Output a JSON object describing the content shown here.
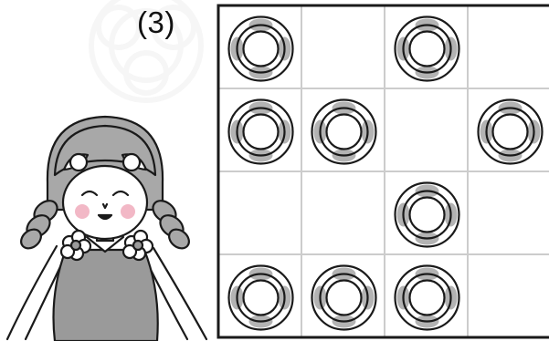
{
  "puzzle": {
    "number_label": "(3)"
  },
  "board": {
    "rows": 4,
    "cols": 4,
    "line_color": "#cccccc",
    "border_color": "#1a1a1a",
    "cells": [
      [
        1,
        0,
        1,
        0
      ],
      [
        1,
        1,
        0,
        1
      ],
      [
        0,
        0,
        1,
        0
      ],
      [
        1,
        1,
        1,
        0
      ]
    ]
  },
  "piece": {
    "icon": "ring-icon",
    "shade_color": "#b3b3b3",
    "outline_color": "#1a1a1a"
  },
  "character": {
    "icon": "girl-mascot-icon",
    "dress_color": "#9a9a9a",
    "cheek_color": "#f2b8c6"
  },
  "watermark": {
    "icon": "flower-watermark-icon"
  }
}
